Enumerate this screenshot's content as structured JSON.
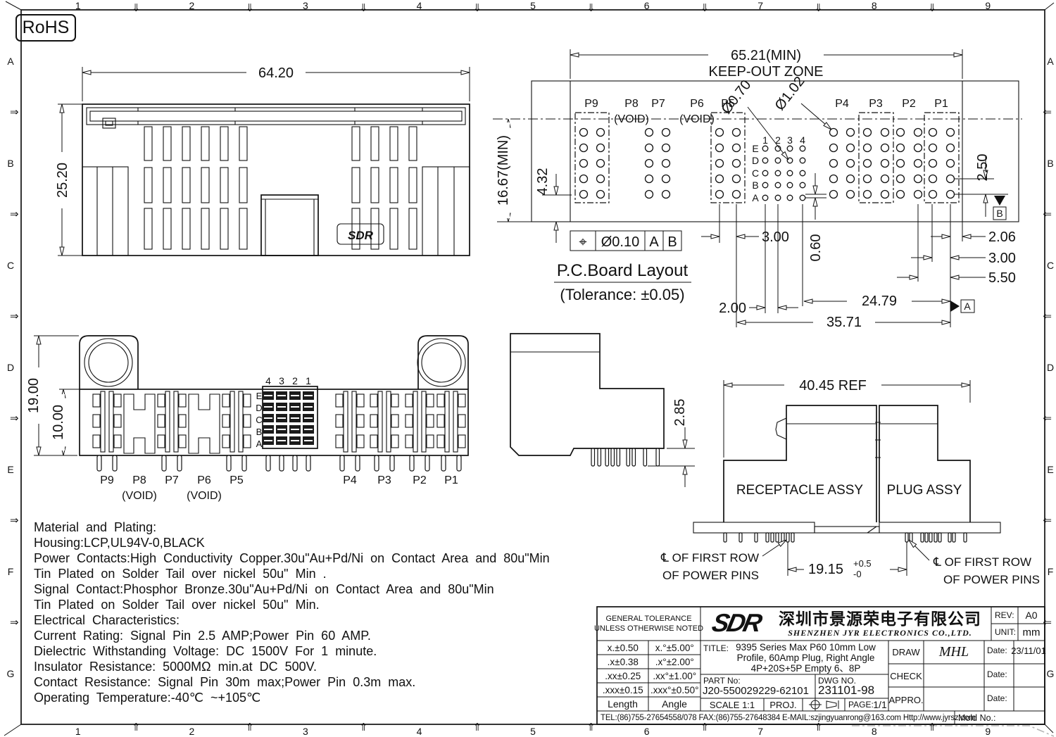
{
  "border": {
    "cols": [
      "1",
      "2",
      "3",
      "4",
      "5",
      "6",
      "7",
      "8",
      "9"
    ],
    "rows": [
      "A",
      "B",
      "C",
      "D",
      "E",
      "F",
      "G"
    ],
    "arrow_down": "⇓",
    "arrow_up": "⇑",
    "arrow_right": "⇒",
    "arrow_left": "⇐"
  },
  "rohs_label": "RoHS",
  "top_view": {
    "dim_width": "64.20",
    "dim_height": "25.20",
    "logo": "SDR"
  },
  "pcb": {
    "dim_keepout": "65.21(MIN)",
    "keepout_label": "KEEP-OUT ZONE",
    "dim_height": "16.67(MIN)",
    "dim_4_32": "4.32",
    "pos_left": [
      "P9",
      "P8",
      "P7",
      "P6",
      "P5"
    ],
    "pos_right": [
      "P4",
      "P3",
      "P2",
      "P1"
    ],
    "void_label": "(VOID)",
    "sig_cols": [
      "1",
      "2",
      "3",
      "4"
    ],
    "sig_rows": [
      "E",
      "D",
      "C",
      "B",
      "A"
    ],
    "dia_small": "Ø0.70",
    "dia_large": "Ø1.02",
    "dim_2_50": "2.50",
    "dim_3_00_left": "3.00",
    "dim_0_60": "0.60",
    "dim_2_00": "2.00",
    "dim_2_06": "2.06",
    "dim_3_00_right": "3.00",
    "dim_5_50": "5.50",
    "dim_24_79": "24.79",
    "dim_35_71": "35.71",
    "fcf_symbol": "⌖",
    "fcf_tol": "Ø0.10",
    "fcf_datum_a": "A",
    "fcf_datum_b": "B",
    "datum_a": "A",
    "datum_b": "B",
    "caption": "P.C.Board Layout",
    "tolerance_note": "(Tolerance: ±0.05)"
  },
  "front_view": {
    "dim_19": "19.00",
    "dim_10": "10.00",
    "pos_left": [
      "P9",
      "P8",
      "P7",
      "P6",
      "P5"
    ],
    "pos_right": [
      "P4",
      "P3",
      "P2",
      "P1"
    ],
    "void_label": "(VOID)",
    "sig_cols": [
      "4",
      "3",
      "2",
      "1"
    ],
    "sig_rows": [
      "E",
      "D",
      "C",
      "B",
      "A"
    ]
  },
  "side_view": {
    "dim_2_85": "2.85"
  },
  "assembly": {
    "dim_ref": "40.45 REF",
    "receptacle_label": "RECEPTACLE ASSY",
    "plug_label": "PLUG ASSY",
    "cl_line1": "℄ OF FIRST ROW",
    "cl_line2": "OF POWER PINS",
    "dim_19_15": "19.15",
    "tol_plus": "+0.5",
    "tol_minus": "-0"
  },
  "notes": [
    "Material and Plating:",
    "Housing:LCP,UL94V-0,BLACK",
    "Power Contacts:High Conductivity Copper.30u\"Au+Pd/Ni on Contact Area and 80u\"Min",
    "Tin Plated on Solder Tail over nickel 50u\" Min .",
    "Signal Contact:Phosphor Bronze.30u\"Au+Pd/Ni on Contact Area and 80u\"Min",
    "Tin Plated on Solder Tail over nickel 50u\" Min.",
    "Electrical Characteristics:",
    "Current Rating: Signal Pin 2.5 AMP;Power Pin 60 AMP.",
    "Dielectric Withstanding Voltage: DC 1500V For 1 minute.",
    "Insulator Resistance: 5000MΩ min.at DC 500V.",
    "Contact Resistance: Signal Pin 30m max;Power Pin 0.3m max.",
    "Operating Temperature:-40℃ ~+105℃"
  ],
  "title_block": {
    "tol_header_1": "GENERAL TOLERANCE",
    "tol_header_2": "UNLESS OTHERWISE NOTED",
    "tol_rows": [
      {
        "len": "x.±0.50",
        "ang": "x.°±5.00°"
      },
      {
        "len": ".x±0.38",
        "ang": ".x°±2.00°"
      },
      {
        "len": ".xx±0.25",
        "ang": ".xx°±1.00°"
      },
      {
        "len": ".xxx±0.15",
        "ang": ".xxx°±0.50°"
      }
    ],
    "tol_col1": "Length",
    "tol_col2": "Angle",
    "logo": "SDR",
    "company_cn": "深圳市景源荣电子有限公司",
    "company_en": "SHENZHEN JYR ELECTRONICS CO.,LTD.",
    "rev_label": "REV:",
    "rev_value": "A0",
    "unit_label": "UNIT:",
    "unit_value": "mm",
    "title_label": "TITLE:",
    "title_line1": "9395 Series Max P60 10mm Low",
    "title_line2": "Profile, 60Amp Plug, Right Angle",
    "title_line3": "4P+20S+5P Empty 6、8P",
    "draw_label": "DRAW",
    "draw_value": "MHL",
    "check_label": "CHECK",
    "appro_label": "APPRO.",
    "date_label": "Date:",
    "draw_date": "23/11/01",
    "part_label": "PART No:",
    "part_value": "J20-550029229-62101",
    "dwg_label": "DWG NO.",
    "dwg_value": "231101-98",
    "scale_label": "SCALE 1:1",
    "proj_label": "PROJ.",
    "page_label": "PAGE:",
    "page_value": "1/1",
    "contact_line": "TEL:(86)755-27654558/078   FAX:(86)755-27648384   E-MAIL:szjingyuanrong@163.com   Http://www.jyrsz.com",
    "mold_label": "Mold No.:"
  }
}
